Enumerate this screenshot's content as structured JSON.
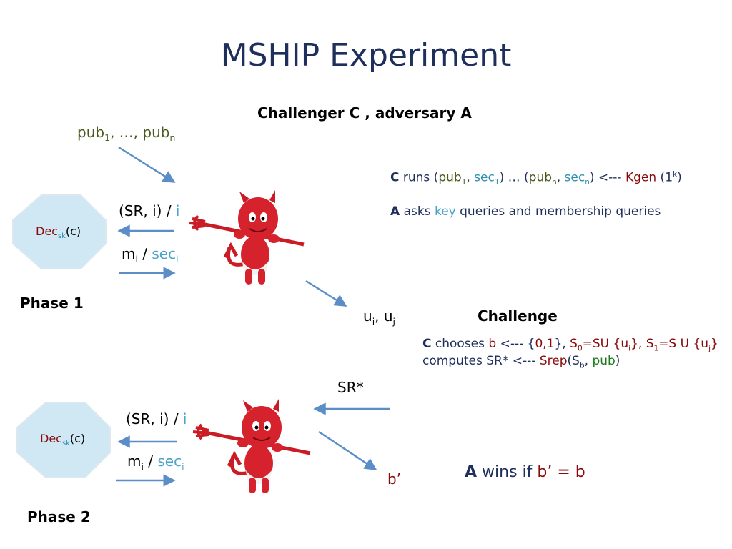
{
  "title": "MSHIP Experiment",
  "subtitle": "Challenger C , adversary A",
  "pub_list": {
    "a": "pub",
    "a_sub": "1",
    "mid": ", …, pub",
    "b_sub": "n"
  },
  "c_runs": {
    "c": "C",
    "runs": " runs (",
    "pub1": "pub",
    "pub1_sub": "1",
    "comma1": ", ",
    "sec1": "sec",
    "sec1_sub": "1",
    "dots": ") … (",
    "pubn": "pub",
    "pubn_sub": "n",
    "comma2": ", ",
    "secn": "sec",
    "secn_sub": "n",
    "arrow": ") <--- ",
    "kgen": "Kgen",
    "par_open": " (1",
    "k_sup": "k",
    "par_close": ")"
  },
  "a_asks": {
    "a": "A",
    "asks": " asks ",
    "key": "key",
    "rest": " queries and membership queries"
  },
  "phase1": {
    "oracle_label": "Dec",
    "oracle_sub": "sk",
    "oracle_arg": "(c)",
    "query": "(SR, i) / ",
    "query_i": "i",
    "reply_m": "m",
    "reply_m_sub": "i",
    "reply_sep": " / ",
    "reply_sec": "sec",
    "reply_sec_sub": "i",
    "label": "Phase 1"
  },
  "uiuj": {
    "u1": "u",
    "u1_sub": "i",
    "sep": ", u",
    "u2_sub": "j"
  },
  "challenge": {
    "heading": "Challenge",
    "line1": {
      "c": "C",
      "chooses": " chooses ",
      "b": "b",
      "arr": " <--- {",
      "set": "0,1",
      "close": "}, ",
      "s0": "S",
      "s0_sub": "0",
      "eq0": "=SU {u",
      "u_i_sub": "i",
      "close0": "}, ",
      "s1": "S",
      "s1_sub": "1",
      "eq1": "=S U {u",
      "u_j_sub": "j",
      "close1": "}"
    },
    "line2": {
      "computes": "computes SR* <--- ",
      "srep": "Srep",
      "open": "(S",
      "b_sub": "b",
      "comma": ", ",
      "pub": "pub",
      "close": ")"
    }
  },
  "sr_star": "SR*",
  "phase2": {
    "oracle_label": "Dec",
    "oracle_sub": "sk",
    "oracle_arg": "(c)",
    "query": "(SR, i) / ",
    "query_i": "i",
    "reply_m": "m",
    "reply_m_sub": "i",
    "reply_sep": " / ",
    "reply_sec": "sec",
    "reply_sec_sub": "i",
    "label": "Phase 2"
  },
  "b_prime": "b’",
  "wins": {
    "a": "A",
    "wins": " wins if ",
    "cond": "b’ = b"
  },
  "colors": {
    "title": "#1f2f5c",
    "oracle_fill": "#cfe8f3",
    "arrow": "#5b8ec7",
    "devil": "#d5222c",
    "dark_red": "#8a0a0a",
    "olive": "#4a5a1c",
    "teal": "#2f8fb0"
  },
  "icons": [
    "devil-mascot-icon",
    "oracle-octagon-icon"
  ]
}
